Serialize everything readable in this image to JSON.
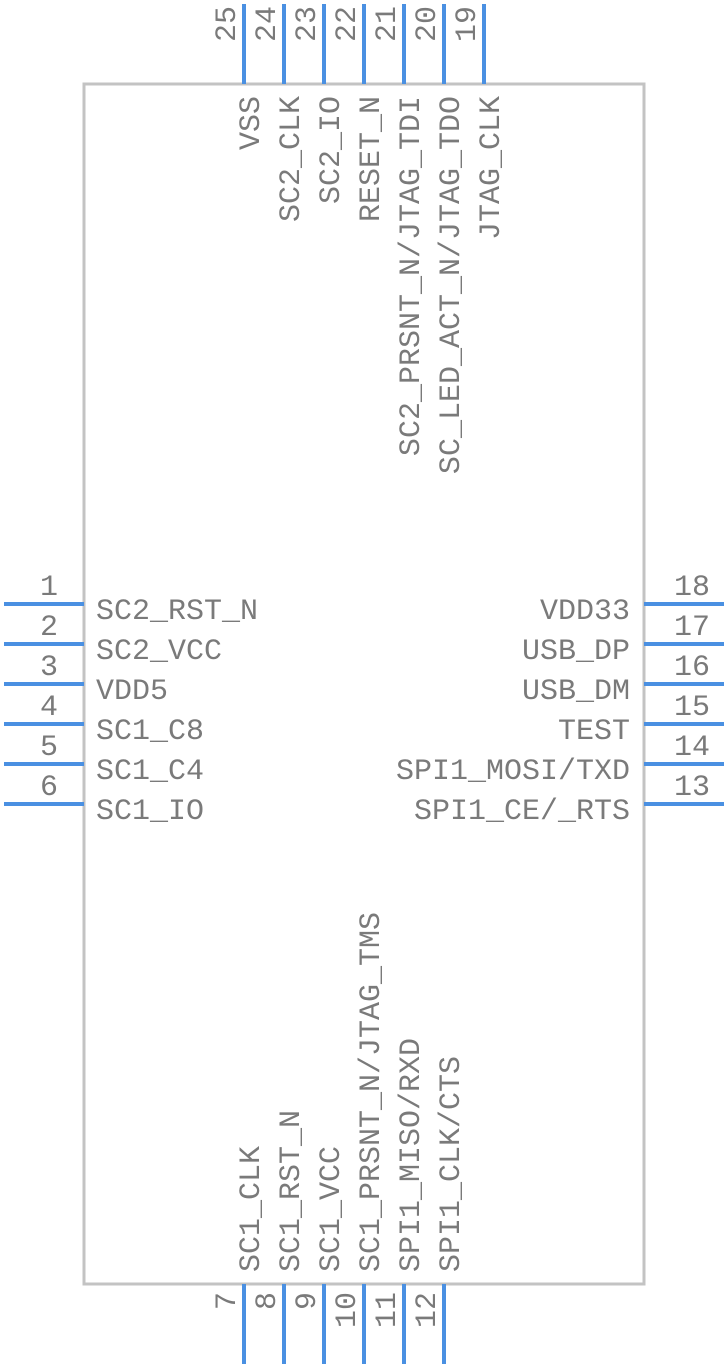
{
  "colors": {
    "body_outline": "#c3c3c3",
    "pin_line": "#4a90e2",
    "text": "#7a7a7a",
    "background": "#ffffff"
  },
  "pins": {
    "left": [
      {
        "num": "1",
        "label": "SC2_RST_N"
      },
      {
        "num": "2",
        "label": "SC2_VCC"
      },
      {
        "num": "3",
        "label": "VDD5"
      },
      {
        "num": "4",
        "label": "SC1_C8"
      },
      {
        "num": "5",
        "label": "SC1_C4"
      },
      {
        "num": "6",
        "label": "SC1_IO"
      }
    ],
    "bottom": [
      {
        "num": "7",
        "label": "SC1_CLK"
      },
      {
        "num": "8",
        "label": "SC1_RST_N"
      },
      {
        "num": "9",
        "label": "SC1_VCC"
      },
      {
        "num": "10",
        "label": "SC1_PRSNT_N/JTAG_TMS"
      },
      {
        "num": "11",
        "label": "SPI1_MISO/RXD"
      },
      {
        "num": "12",
        "label": "SPI1_CLK/CTS"
      }
    ],
    "right": [
      {
        "num": "13",
        "label": "SPI1_CE/_RTS"
      },
      {
        "num": "14",
        "label": "SPI1_MOSI/TXD"
      },
      {
        "num": "15",
        "label": "TEST"
      },
      {
        "num": "16",
        "label": "USB_DM"
      },
      {
        "num": "17",
        "label": "USB_DP"
      },
      {
        "num": "18",
        "label": "VDD33"
      }
    ],
    "top": [
      {
        "num": "19",
        "label": "JTAG_CLK"
      },
      {
        "num": "20",
        "label": "SC_LED_ACT_N/JTAG_TDO"
      },
      {
        "num": "21",
        "label": "SC2_PRSNT_N/JTAG_TDI"
      },
      {
        "num": "22",
        "label": "RESET_N"
      },
      {
        "num": "23",
        "label": "SC2_IO"
      },
      {
        "num": "24",
        "label": "SC2_CLK"
      },
      {
        "num": "25",
        "label": "VSS"
      }
    ]
  }
}
